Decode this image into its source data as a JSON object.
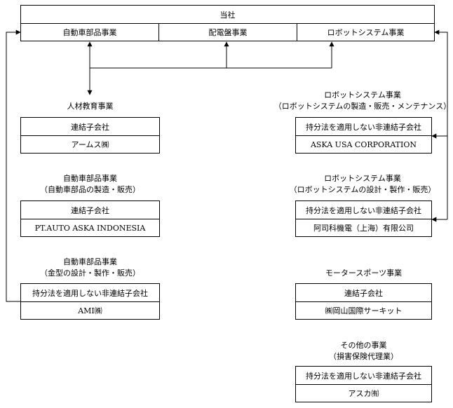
{
  "company": {
    "title": "当社",
    "segments": [
      "自動車部品事業",
      "配電盤事業",
      "ロボットシステム事業"
    ]
  },
  "left": [
    {
      "caption_line1": "人材教育事業",
      "caption_line2": "",
      "category": "連結子会社",
      "entity": "アームス㈱"
    },
    {
      "caption_line1": "自動車部品事業",
      "caption_line2": "（自動車部品の製造・販売）",
      "category": "連結子会社",
      "entity": "PT.AUTO ASKA INDONESIA"
    },
    {
      "caption_line1": "自動車部品事業",
      "caption_line2": "（金型の設計・製作・販売）",
      "category": "持分法を適用しない非連結子会社",
      "entity": "AMI㈱"
    }
  ],
  "right": [
    {
      "caption_line1": "ロボットシステム事業",
      "caption_line2": "（ロボットシステムの製造・販売・メンテナンス）",
      "category": "持分法を適用しない非連結子会社",
      "entity": "ASKA USA CORPORATION"
    },
    {
      "caption_line1": "ロボットシステム事業",
      "caption_line2": "（ロボットシステムの設計・製作・販売）",
      "category": "持分法を適用しない非連結子会社",
      "entity": "阿司科機電（上海）有限公司"
    },
    {
      "caption_line1": "モータースポーツ事業",
      "caption_line2": "",
      "category": "連結子会社",
      "entity": "㈱岡山国際サーキット"
    },
    {
      "caption_line1": "その他の事業",
      "caption_line2": "（損害保険代理業）",
      "category": "持分法を適用しない非連結子会社",
      "entity": "アスカ㈲"
    }
  ]
}
